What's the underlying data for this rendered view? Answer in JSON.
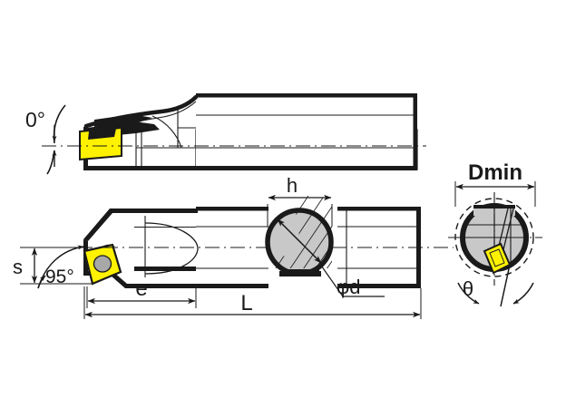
{
  "drawing": {
    "title": "Boring Bar Dimension Diagram",
    "background_color": "#ffffff",
    "line_color": "#1a1a1a",
    "insert_color": "#FFF200",
    "screw_hole_color": "#A8A8A8",
    "section_fill_color": "#C8C8C8"
  },
  "views": {
    "top": {
      "name": "top-view",
      "angle_label": "0°"
    },
    "side": {
      "name": "side-view",
      "approach_angle_label": "95°",
      "height_label": "s",
      "head_length_label": "e",
      "overall_length_label": "L",
      "section_width_label": "h",
      "diameter_label": "φd"
    },
    "end": {
      "name": "end-view",
      "min_diameter_label": "Dmin",
      "theta_label": "θ"
    }
  },
  "labels": {
    "zero_deg": "0°",
    "ninety_five_deg": "95°",
    "s": "s",
    "e": "e",
    "L": "L",
    "h": "h",
    "phi_d": "φd",
    "dmin": "Dmin",
    "theta": "θ"
  }
}
